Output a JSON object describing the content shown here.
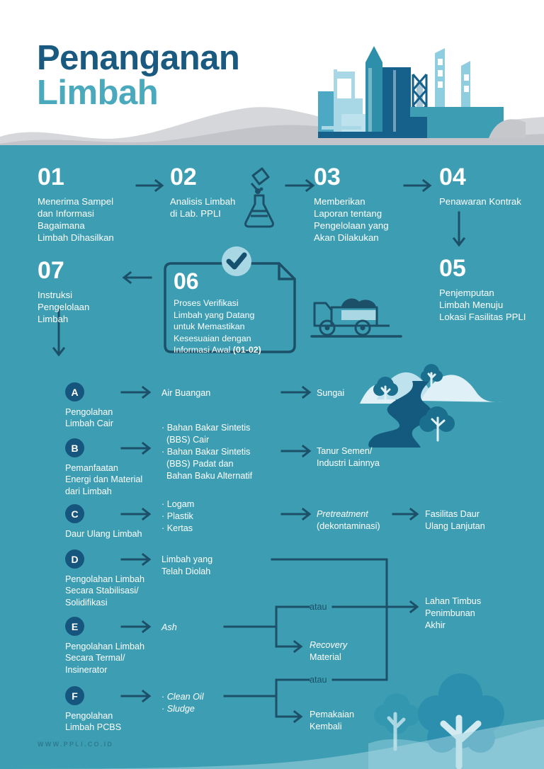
{
  "header": {
    "title_line1": "Penanganan",
    "title_line2": "Limbah",
    "title_color_1": "#1b5a80",
    "title_color_2": "#4aa9bd"
  },
  "theme": {
    "background": "#3d9eb3",
    "navy": "#16567e",
    "line": "#1b5068",
    "white": "#ffffff"
  },
  "steps": [
    {
      "num": "01",
      "desc": "Menerima Sampel\ndan Informasi\nBagaimana\nLimbah Dihasilkan"
    },
    {
      "num": "02",
      "desc": "Analisis Limbah\ndi Lab. PPLI"
    },
    {
      "num": "03",
      "desc": "Memberikan\nLaporan tentang\nPengelolaan yang\nAkan Dilakukan"
    },
    {
      "num": "04",
      "desc": "Penawaran Kontrak"
    },
    {
      "num": "05",
      "desc": "Penjemputan\nLimbah Menuju\nLokasi Fasilitas PPLI"
    },
    {
      "num": "06",
      "desc_line1": "Proses Verifikasi",
      "desc_line2": "Limbah yang Datang",
      "desc_line3": "untuk Memastikan",
      "desc_line4": "Kesesuaian dengan",
      "desc_line5_a": "Informasi Awal ",
      "desc_line5_b": "(01-02)"
    },
    {
      "num": "07",
      "desc": "Instruksi\nPengelolaan\nLimbah"
    }
  ],
  "rows": [
    {
      "letter": "A",
      "label": "Pengolahan\nLimbah Cair",
      "middle": "Air Buangan",
      "output": "Sungai"
    },
    {
      "letter": "B",
      "label": "Pemanfaatan\nEnergi dan Material\ndari Limbah",
      "middle_bullets": [
        "· Bahan Bakar Sintetis",
        "  (BBS) Cair",
        "· Bahan Bakar Sintetis",
        "  (BBS) Padat dan",
        "  Bahan Baku Alternatif"
      ],
      "output": "Tanur Semen/\nIndustri Lainnya"
    },
    {
      "letter": "C",
      "label": "Daur Ulang Limbah",
      "middle_bullets": [
        "· Logam",
        "· Plastik",
        "· Kertas"
      ],
      "stage2_italic": "Pretreatment",
      "stage2_plain": "(dekontaminasi)",
      "output": "Fasilitas Daur\nUlang Lanjutan"
    },
    {
      "letter": "D",
      "label": "Pengolahan Limbah\nSecara Stabilisasi/\nSolidifikasi",
      "middle": "Limbah yang\nTelah Diolah"
    },
    {
      "letter": "E",
      "label": "Pengolahan Limbah\nSecara Termal/\nInsinerator",
      "middle_italic": "Ash"
    },
    {
      "letter": "F",
      "label": "Pengolahan\nLimbah PCBS",
      "middle_bullets_italic": [
        "· Clean Oil",
        "· Sludge"
      ]
    }
  ],
  "branch": {
    "atau_1": "atau",
    "atau_2": "atau",
    "recovery_italic": "Recovery",
    "recovery_plain": "Material",
    "reuse": "Pemakaian\nKembali",
    "final": "Lahan Timbus\nPenimbunan\nAkhir"
  },
  "footer": {
    "url": "WWW.PPLI.CO.ID"
  }
}
